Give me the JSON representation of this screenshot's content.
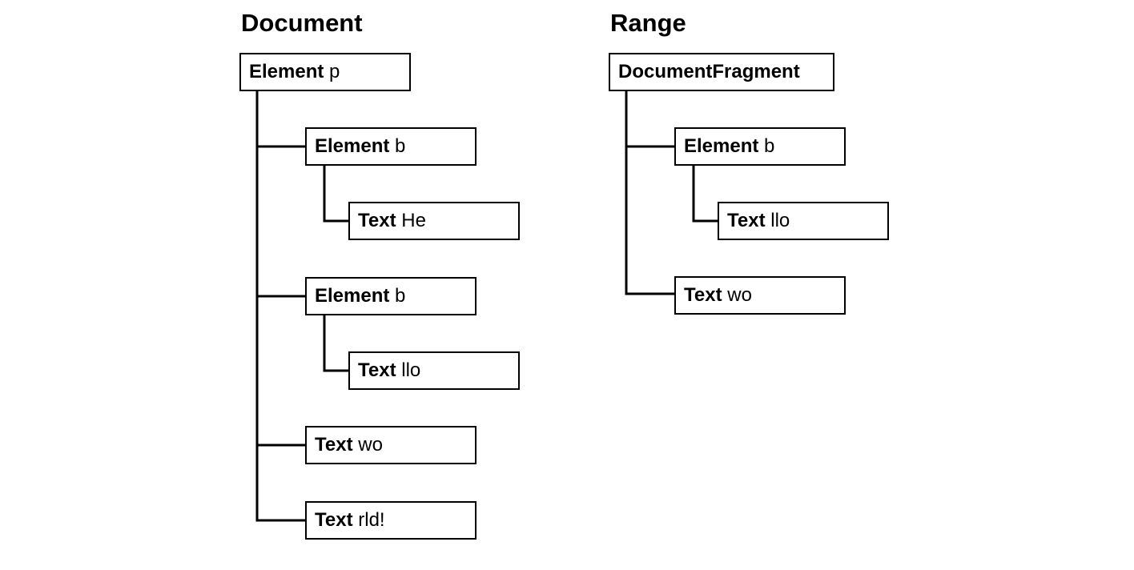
{
  "trees": [
    {
      "heading": "Document",
      "nodes": [
        {
          "kind": "Element",
          "value": "p"
        },
        {
          "kind": "Element",
          "value": "b"
        },
        {
          "kind": "Text",
          "value": "He"
        },
        {
          "kind": "Element",
          "value": "b"
        },
        {
          "kind": "Text",
          "value": "llo"
        },
        {
          "kind": "Text",
          "value": "wo"
        },
        {
          "kind": "Text",
          "value": "rld!"
        }
      ]
    },
    {
      "heading": "Range",
      "nodes": [
        {
          "kind": "DocumentFragment",
          "value": ""
        },
        {
          "kind": "Element",
          "value": "b"
        },
        {
          "kind": "Text",
          "value": "llo"
        },
        {
          "kind": "Text",
          "value": "wo"
        }
      ]
    }
  ],
  "colors": {
    "line": "#000000",
    "background": "#ffffff"
  }
}
